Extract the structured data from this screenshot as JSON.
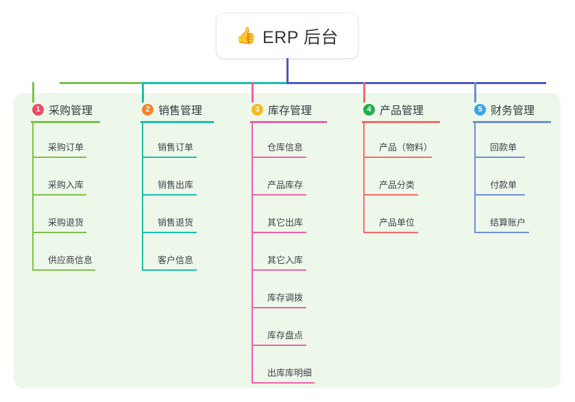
{
  "page": {
    "background": "#ffffff",
    "panel_color": "#eef8ea",
    "title_text_color": "#33383e"
  },
  "root": {
    "icon": "thumbs-up-emoji",
    "icon_glyph": "👍",
    "label": "ERP 后台",
    "connector_color": "#4a56c4"
  },
  "trunk": {
    "color": "#4a56c4",
    "segments": [
      {
        "name": "segment-purchase",
        "color": "#7cc04a"
      },
      {
        "name": "segment-sales",
        "color": "#14c0ae"
      },
      {
        "name": "segment-inventory",
        "color": "#4a56c4"
      },
      {
        "name": "segment-product",
        "color": "#4a56c4"
      },
      {
        "name": "segment-finance",
        "color": "#4a56c4"
      }
    ]
  },
  "columns": [
    {
      "index": "1",
      "title": "采购管理",
      "badge_color": "#f04a63",
      "line_color": "#7cc04a",
      "rule_width": 101,
      "items": [
        {
          "label": "采购订单",
          "rule_width": 79
        },
        {
          "label": "采购入库",
          "rule_width": 79
        },
        {
          "label": "采购退货",
          "rule_width": 79
        },
        {
          "label": "供应商信息",
          "rule_width": 92
        }
      ]
    },
    {
      "index": "2",
      "title": "销售管理",
      "badge_color": "#f5862e",
      "line_color": "#14c0ae",
      "rule_width": 107,
      "items": [
        {
          "label": "销售订单",
          "rule_width": 80
        },
        {
          "label": "销售出库",
          "rule_width": 80
        },
        {
          "label": "销售退货",
          "rule_width": 80
        },
        {
          "label": "客户信息",
          "rule_width": 80
        }
      ]
    },
    {
      "index": "3",
      "title": "库存管理",
      "badge_color": "#f5bc1c",
      "line_color": "#ee5fa7",
      "rule_width": 112,
      "items": [
        {
          "label": "仓库信息",
          "rule_width": 80
        },
        {
          "label": "产品库存",
          "rule_width": 80
        },
        {
          "label": "其它出库",
          "rule_width": 80
        },
        {
          "label": "其它入库",
          "rule_width": 80
        },
        {
          "label": "库存调拨",
          "rule_width": 80
        },
        {
          "label": "库存盘点",
          "rule_width": 80
        },
        {
          "label": "出库库明细",
          "rule_width": 92
        }
      ]
    },
    {
      "index": "4",
      "title": "产品管理",
      "badge_color": "#23ae4f",
      "line_color": "#f56a6a",
      "rule_width": 114,
      "items": [
        {
          "label": "产品（物料）",
          "rule_width": 100
        },
        {
          "label": "产品分类",
          "rule_width": 80
        },
        {
          "label": "产品单位",
          "rule_width": 80
        }
      ]
    },
    {
      "index": "5",
      "title": "财务管理",
      "badge_color": "#3aa5e8",
      "line_color": "#6d8cd8",
      "rule_width": 114,
      "items": [
        {
          "label": "回款单",
          "rule_width": 74
        },
        {
          "label": "付款单",
          "rule_width": 74
        },
        {
          "label": "结算账户",
          "rule_width": 80
        }
      ]
    }
  ]
}
